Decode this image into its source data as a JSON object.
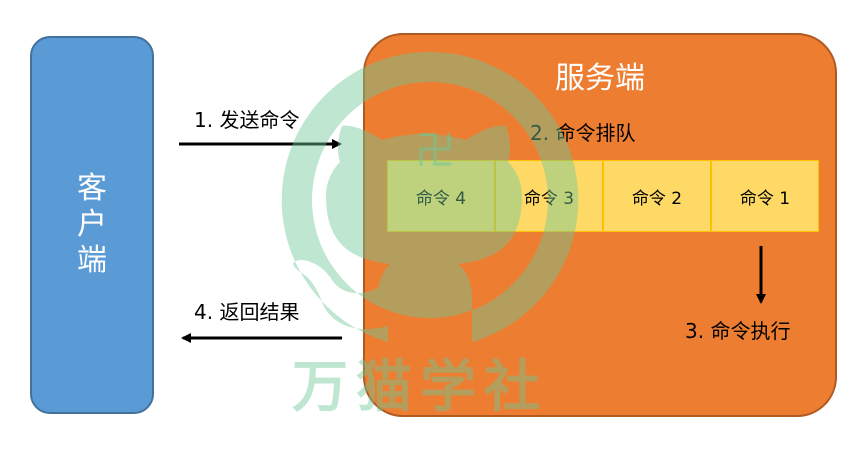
{
  "client": {
    "label": "客户端"
  },
  "server": {
    "title": "服务端",
    "queue_label": "2. 命令排队",
    "queue_items": [
      "命令 4",
      "命令 3",
      "命令 2",
      "命令 1"
    ],
    "execute_label": "3. 命令执行"
  },
  "arrows": {
    "send_label": "1. 发送命令",
    "return_label": "4. 返回结果"
  },
  "watermark": {
    "text": "万猫学社",
    "symbol": "卍",
    "icon": "github-octocat-icon"
  },
  "colors": {
    "client": "#5b9bd5",
    "server": "#ed7d31",
    "queue_cell": "#ffd966",
    "arrow": "#000000",
    "watermark": "#6ec896"
  }
}
